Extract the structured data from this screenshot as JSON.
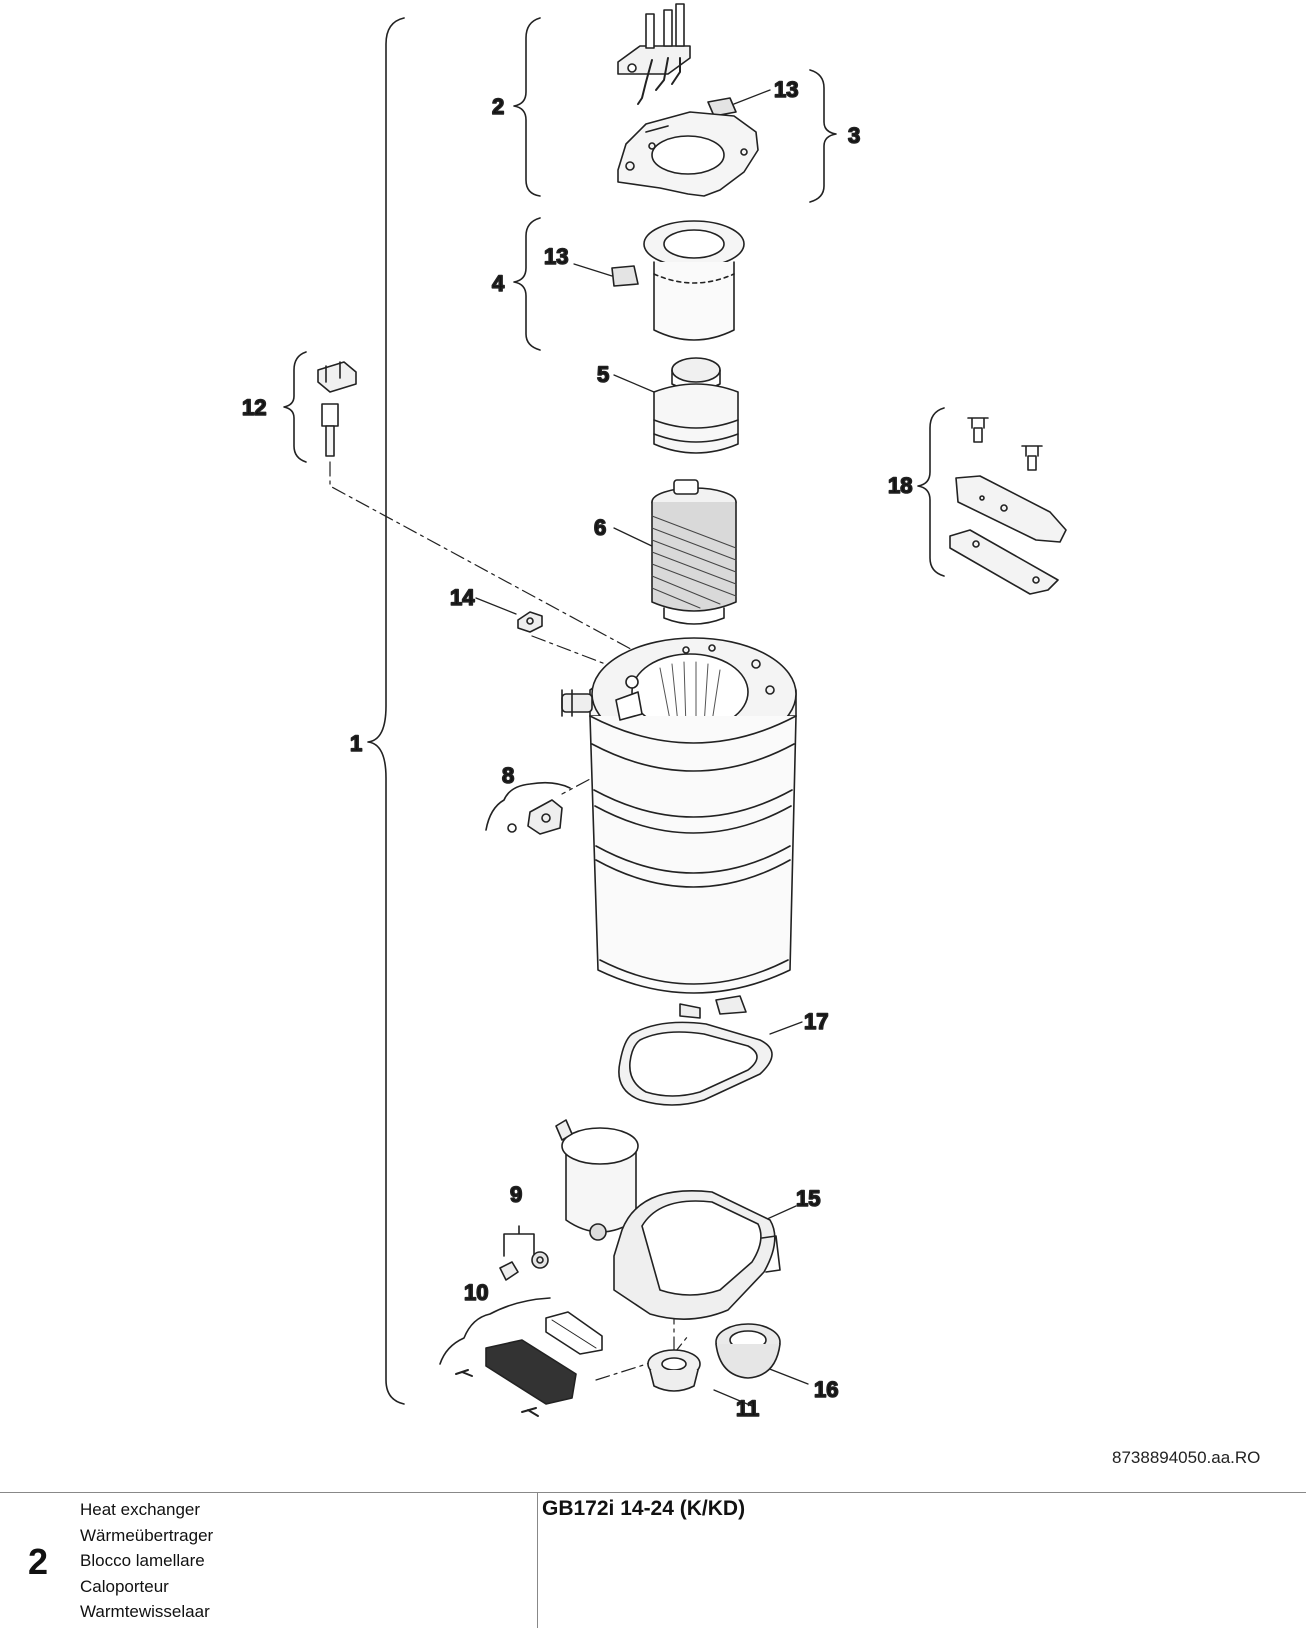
{
  "drawing": {
    "callouts": [
      "1",
      "2",
      "3",
      "4",
      "5",
      "6",
      "8",
      "9",
      "10",
      "11",
      "12",
      "13",
      "13",
      "14",
      "15",
      "16",
      "17",
      "18"
    ],
    "reference": "8738894050.aa.RO"
  },
  "footer": {
    "page_number": "2",
    "names": [
      "Heat exchanger",
      "Wärmeübertrager",
      "Blocco lamellare",
      "Caloporteur",
      "Warmtewisselaar"
    ],
    "model": "GB172i 14-24 (K/KD)"
  }
}
